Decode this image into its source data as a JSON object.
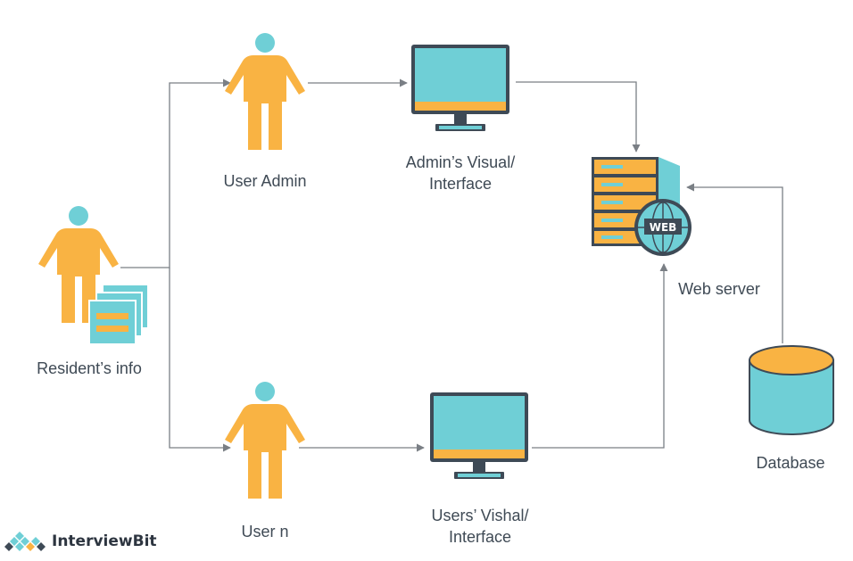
{
  "nodes": {
    "resident_info": {
      "label": "Resident’s info"
    },
    "user_admin": {
      "label": "User Admin"
    },
    "user_n": {
      "label": "User n"
    },
    "admin_interface": {
      "label_line1": "Admin’s Visual/",
      "label_line2": "Interface"
    },
    "users_interface": {
      "label_line1": "Users’ Vishal/",
      "label_line2": "Interface"
    },
    "web_server": {
      "label": "Web server",
      "badge": "WEB"
    },
    "database": {
      "label": "Database"
    }
  },
  "edges": [
    {
      "from": "resident_info",
      "to": "user_admin"
    },
    {
      "from": "resident_info",
      "to": "user_n"
    },
    {
      "from": "user_admin",
      "to": "admin_interface"
    },
    {
      "from": "user_n",
      "to": "users_interface"
    },
    {
      "from": "admin_interface",
      "to": "web_server"
    },
    {
      "from": "users_interface",
      "to": "web_server"
    },
    {
      "from": "database",
      "to": "web_server"
    }
  ],
  "brand": {
    "name": "InterviewBit"
  },
  "colors": {
    "person_body": "#f9b343",
    "person_head": "#6fcfd6",
    "screen": "#6fcfd6",
    "outline": "#3e4a56",
    "connector": "#7a7f85"
  }
}
